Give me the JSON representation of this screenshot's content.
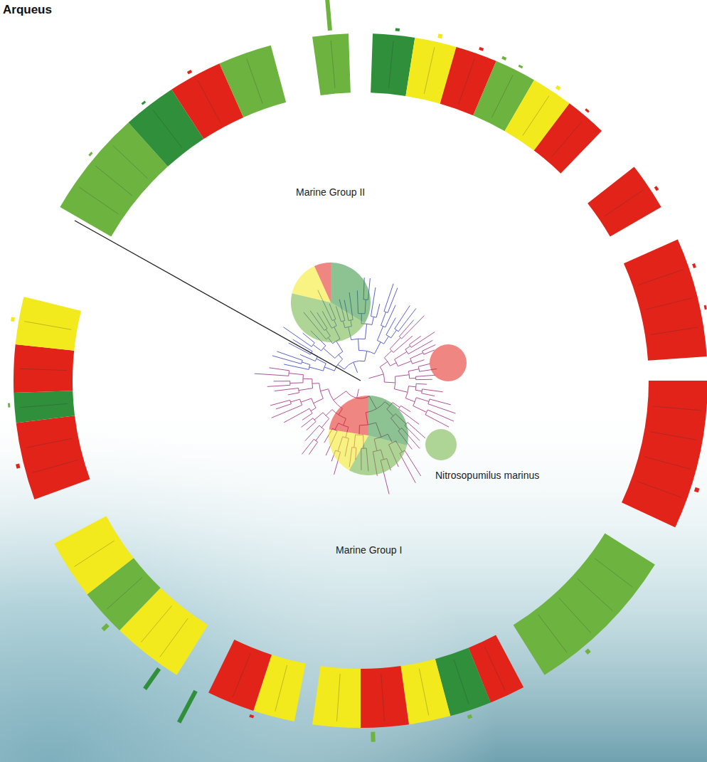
{
  "diagram": {
    "title": "Arqueus",
    "labels": [
      "Marine Group II",
      "Marine Group I",
      "Nitrosopumilus marinus"
    ]
  }
}
